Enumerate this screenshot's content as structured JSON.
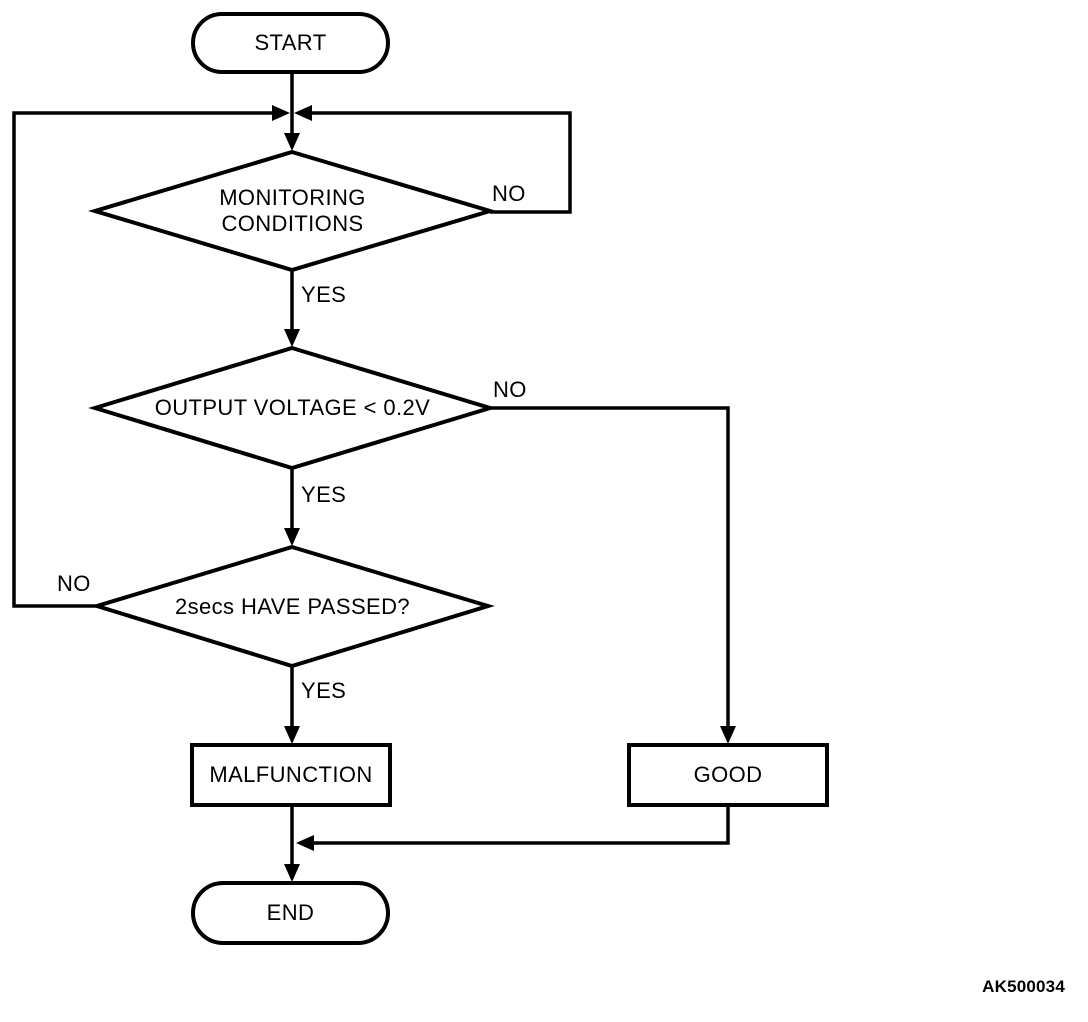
{
  "figure": {
    "code": "AK500034"
  },
  "flowchart": {
    "colors": {
      "stroke": "#000000",
      "background": "#ffffff",
      "text": "#000000"
    },
    "start": {
      "label": "START"
    },
    "decision_monitoring": {
      "label_line1": "MONITORING",
      "label_line2": "CONDITIONS",
      "no_label": "NO",
      "yes_label": "YES"
    },
    "decision_voltage": {
      "label": "OUTPUT VOLTAGE < 0.2V",
      "no_label": "NO",
      "yes_label": "YES"
    },
    "decision_passed": {
      "label": "2secs HAVE PASSED?",
      "no_label": "NO",
      "yes_label": "YES"
    },
    "process_malfunction": {
      "label": "MALFUNCTION"
    },
    "process_good": {
      "label": "GOOD"
    },
    "end": {
      "label": "END"
    }
  }
}
